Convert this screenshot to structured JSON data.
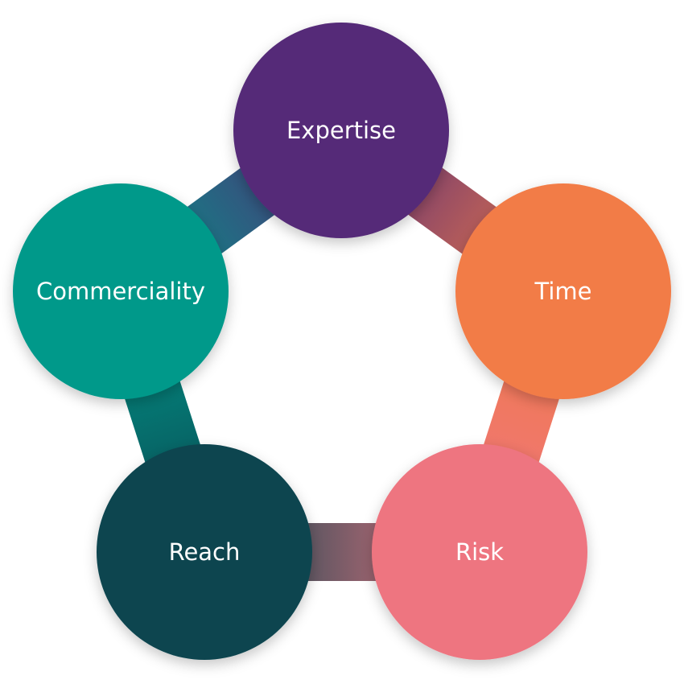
{
  "diagram": {
    "nodes": [
      {
        "id": "expertise",
        "label": "Expertise",
        "color": "#542a78"
      },
      {
        "id": "time",
        "label": "Time",
        "color": "#f27c47"
      },
      {
        "id": "risk",
        "label": "Risk",
        "color": "#ee7480"
      },
      {
        "id": "reach",
        "label": "Reach",
        "color": "#0b4550"
      },
      {
        "id": "commerciality",
        "label": "Commerciality",
        "color": "#00998a"
      }
    ],
    "links": [
      {
        "from": "expertise",
        "to": "time"
      },
      {
        "from": "time",
        "to": "risk"
      },
      {
        "from": "risk",
        "to": "reach"
      },
      {
        "from": "reach",
        "to": "commerciality"
      },
      {
        "from": "commerciality",
        "to": "expertise"
      }
    ]
  }
}
